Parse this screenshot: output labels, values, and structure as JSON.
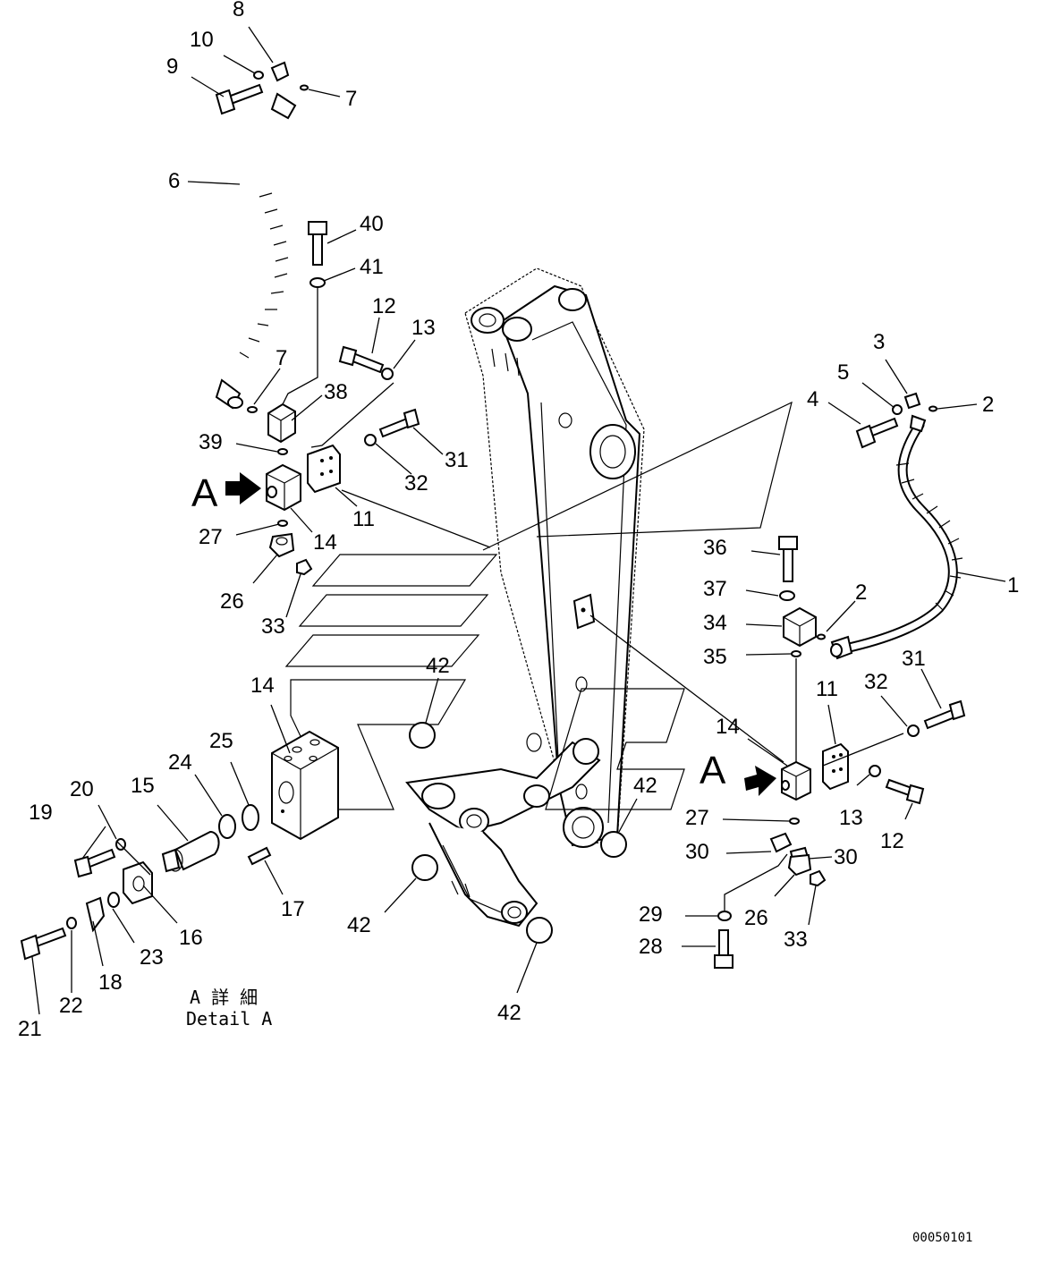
{
  "diagram": {
    "callouts": [
      {
        "id": "c8",
        "text": "8"
      },
      {
        "id": "c10",
        "text": "10"
      },
      {
        "id": "c9",
        "text": "9"
      },
      {
        "id": "c7a",
        "text": "7"
      },
      {
        "id": "c6",
        "text": "6"
      },
      {
        "id": "c40",
        "text": "40"
      },
      {
        "id": "c41",
        "text": "41"
      },
      {
        "id": "c12a",
        "text": "12"
      },
      {
        "id": "c13a",
        "text": "13"
      },
      {
        "id": "c7b",
        "text": "7"
      },
      {
        "id": "c38",
        "text": "38"
      },
      {
        "id": "c39",
        "text": "39"
      },
      {
        "id": "c31a",
        "text": "31"
      },
      {
        "id": "c32a",
        "text": "32"
      },
      {
        "id": "c11a",
        "text": "11"
      },
      {
        "id": "c27a",
        "text": "27"
      },
      {
        "id": "c14a",
        "text": "14"
      },
      {
        "id": "c26a",
        "text": "26"
      },
      {
        "id": "c33a",
        "text": "33"
      },
      {
        "id": "c3",
        "text": "3"
      },
      {
        "id": "c5",
        "text": "5"
      },
      {
        "id": "c2a",
        "text": "2"
      },
      {
        "id": "c4",
        "text": "4"
      },
      {
        "id": "c1",
        "text": "1"
      },
      {
        "id": "c36",
        "text": "36"
      },
      {
        "id": "c37",
        "text": "37"
      },
      {
        "id": "c2b",
        "text": "2"
      },
      {
        "id": "c34",
        "text": "34"
      },
      {
        "id": "c35",
        "text": "35"
      },
      {
        "id": "c31b",
        "text": "31"
      },
      {
        "id": "c32b",
        "text": "32"
      },
      {
        "id": "c11b",
        "text": "11"
      },
      {
        "id": "c14b",
        "text": "14"
      },
      {
        "id": "c13b",
        "text": "13"
      },
      {
        "id": "c12b",
        "text": "12"
      },
      {
        "id": "c27b",
        "text": "27"
      },
      {
        "id": "c30a",
        "text": "30"
      },
      {
        "id": "c30b",
        "text": "30"
      },
      {
        "id": "c29",
        "text": "29"
      },
      {
        "id": "c26b",
        "text": "26"
      },
      {
        "id": "c33b",
        "text": "33"
      },
      {
        "id": "c28",
        "text": "28"
      },
      {
        "id": "c42a",
        "text": "42"
      },
      {
        "id": "c42b",
        "text": "42"
      },
      {
        "id": "c42c",
        "text": "42"
      },
      {
        "id": "c42d",
        "text": "42"
      },
      {
        "id": "c14c",
        "text": "14"
      },
      {
        "id": "c25",
        "text": "25"
      },
      {
        "id": "c24",
        "text": "24"
      },
      {
        "id": "c15",
        "text": "15"
      },
      {
        "id": "c20",
        "text": "20"
      },
      {
        "id": "c19",
        "text": "19"
      },
      {
        "id": "c17",
        "text": "17"
      },
      {
        "id": "c16",
        "text": "16"
      },
      {
        "id": "c23",
        "text": "23"
      },
      {
        "id": "c18",
        "text": "18"
      },
      {
        "id": "c21",
        "text": "21"
      },
      {
        "id": "c22",
        "text": "22"
      }
    ],
    "view_marks": [
      {
        "id": "va",
        "text": "A"
      },
      {
        "id": "vb",
        "text": "A"
      }
    ],
    "detail_caption": {
      "line1": "A 詳 細",
      "line2": "Detail A"
    },
    "drawing_number": "00050101"
  }
}
